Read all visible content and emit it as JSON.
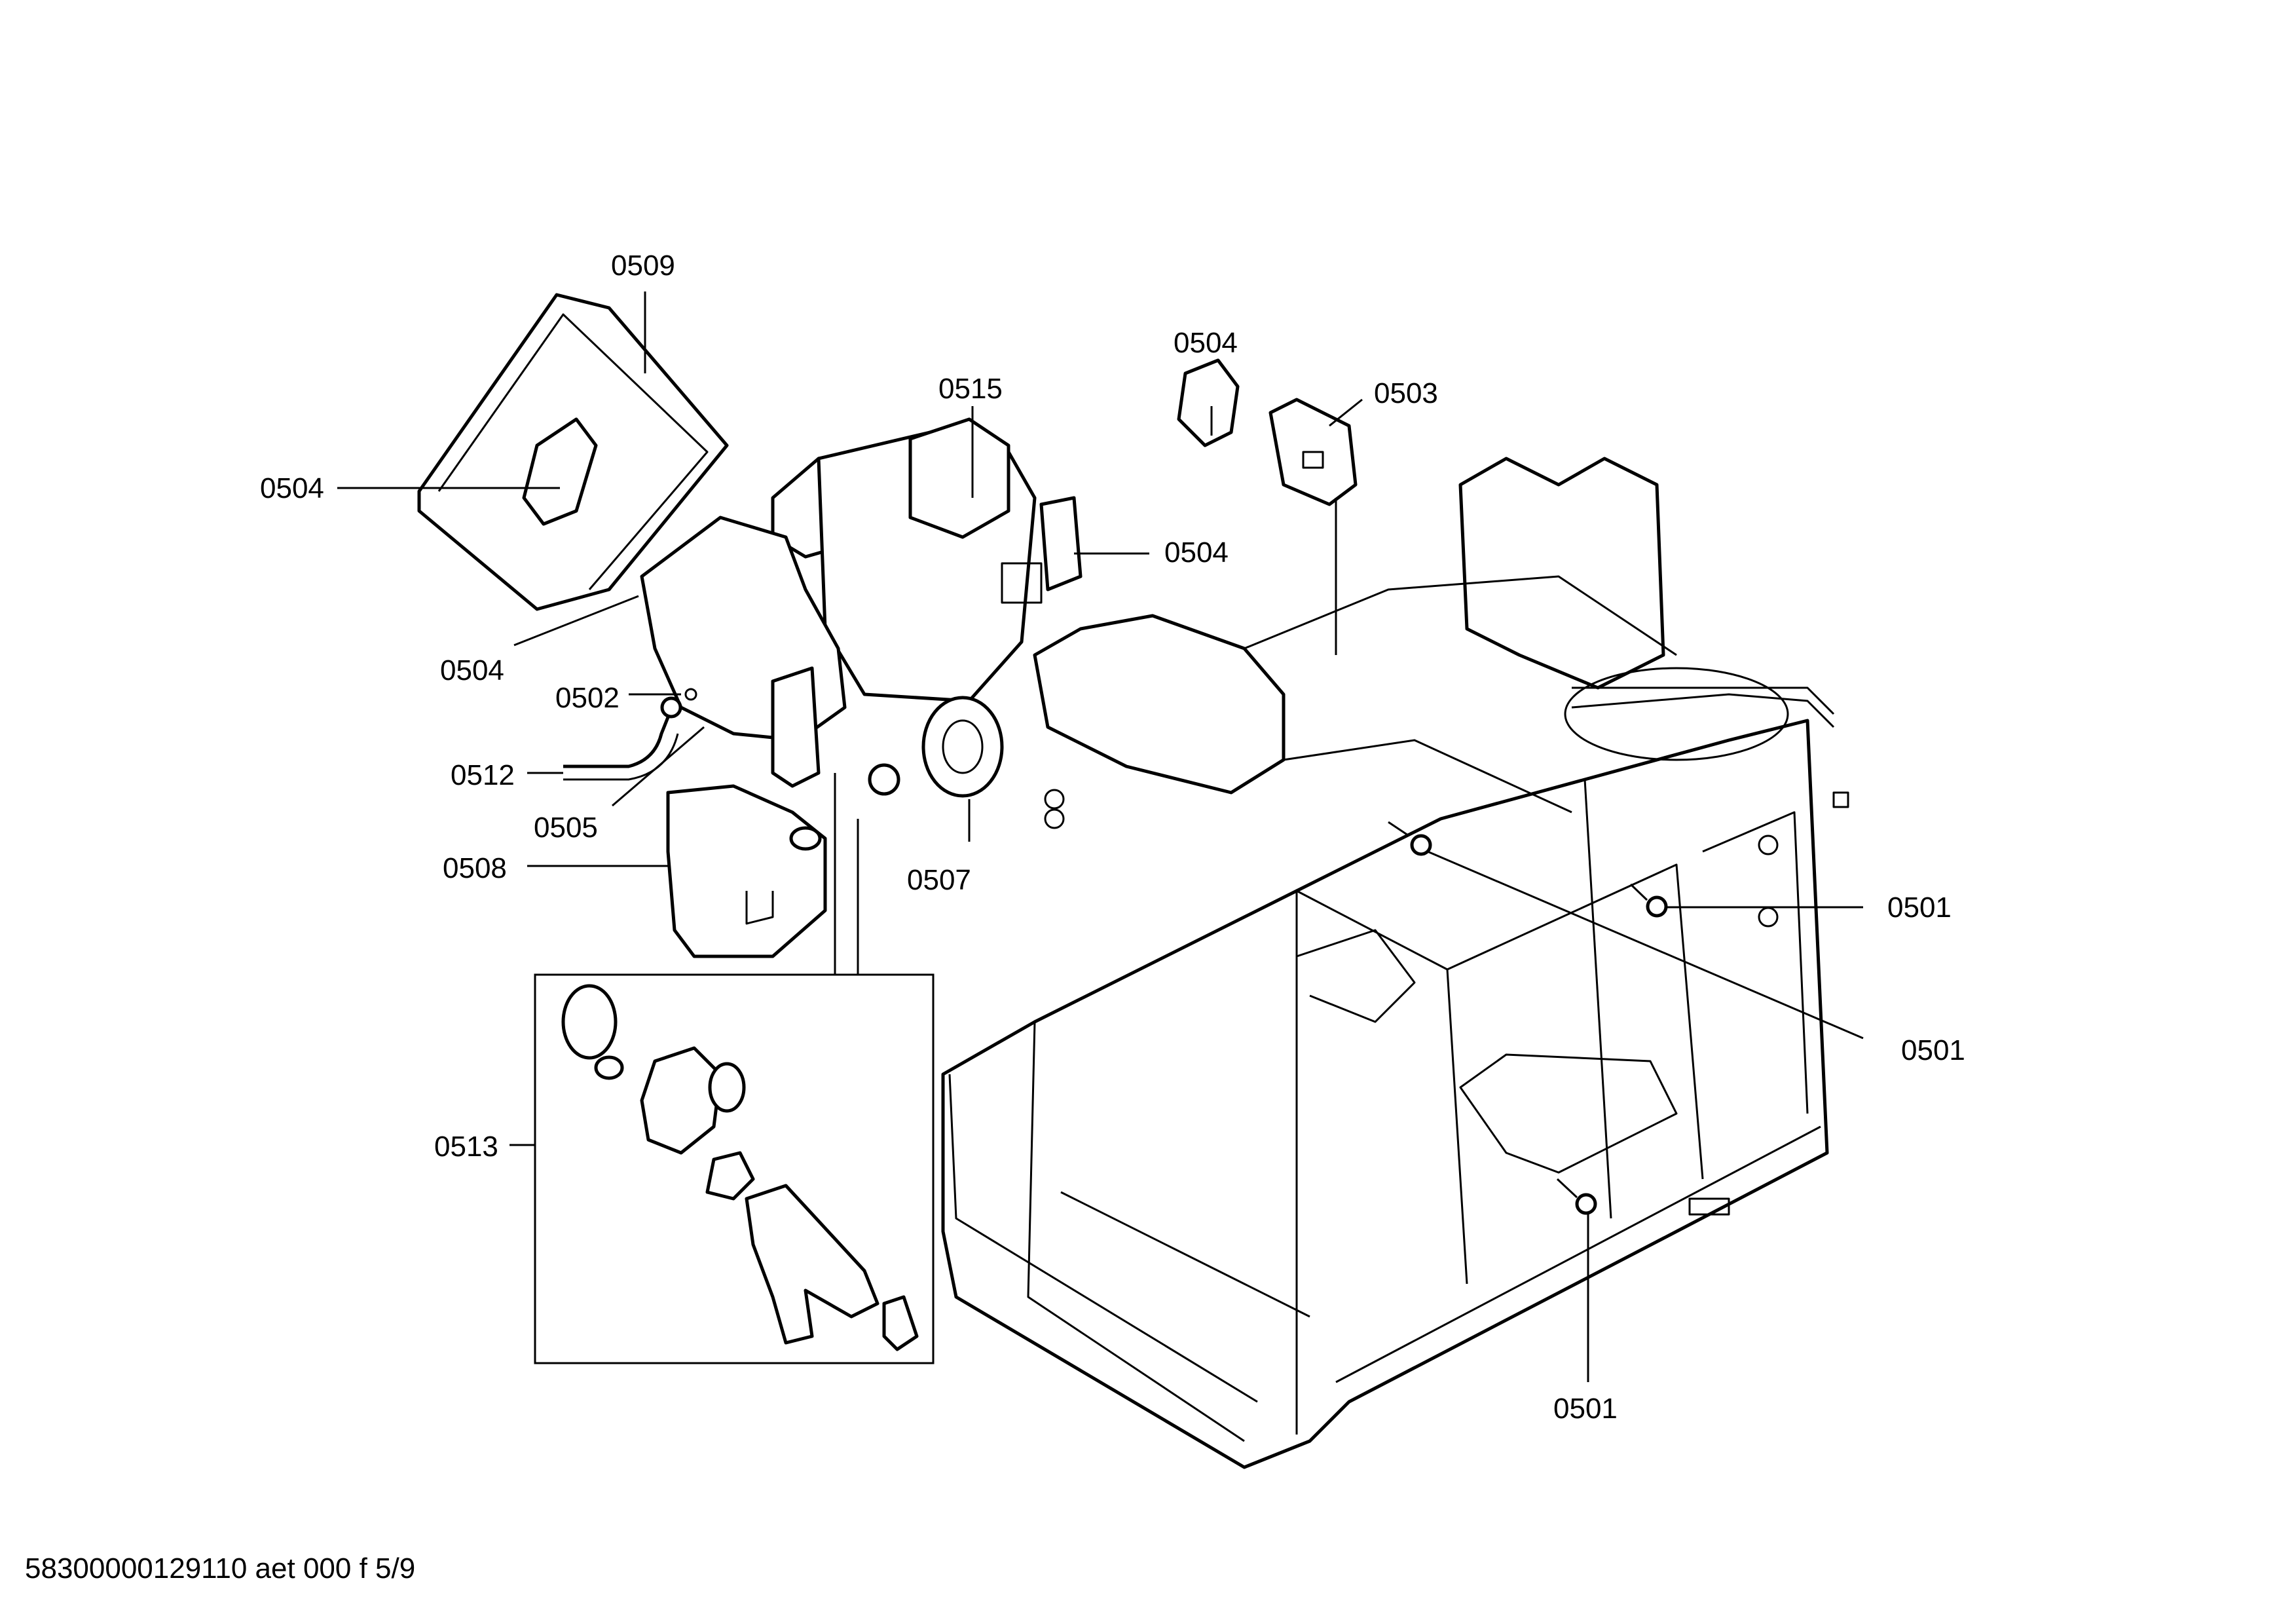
{
  "labels": {
    "p0509": "0509",
    "p0504_a": "0504",
    "p0504_b": "0504",
    "p0504_c": "0504",
    "p0504_d": "0504",
    "p0515": "0515",
    "p0503": "0503",
    "p0502": "0502",
    "p0512": "0512",
    "p0505": "0505",
    "p0508": "0508",
    "p0507": "0507",
    "p0513": "0513",
    "p0501_a": "0501",
    "p0501_b": "0501",
    "p0501_c": "0501"
  },
  "footer": "58300000129110 aet 000 f 5/9"
}
